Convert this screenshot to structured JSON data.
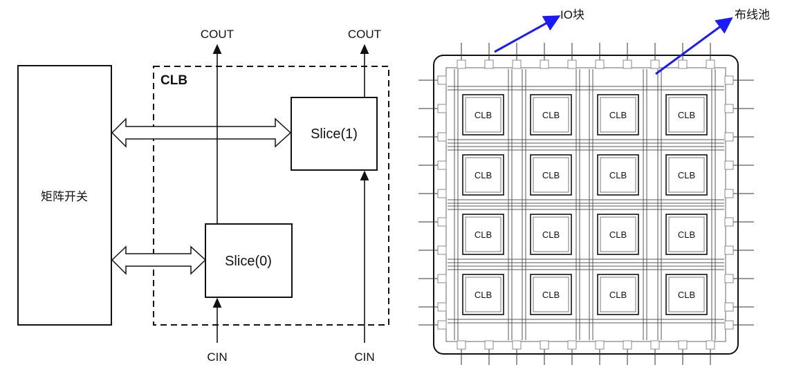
{
  "left_diagram": {
    "matrix_switch": "矩阵开关",
    "clb_label": "CLB",
    "slice0": "Slice(0)",
    "slice1": "Slice(1)",
    "cout_left": "COUT",
    "cout_right": "COUT",
    "cin_left": "CIN",
    "cin_right": "CIN"
  },
  "right_diagram": {
    "io_label": "IO块",
    "routing_label": "布线池",
    "clb_grid": [
      [
        "CLB",
        "CLB",
        "CLB",
        "CLB"
      ],
      [
        "CLB",
        "CLB",
        "CLB",
        "CLB"
      ],
      [
        "CLB",
        "CLB",
        "CLB",
        "CLB"
      ],
      [
        "CLB",
        "CLB",
        "CLB",
        "CLB"
      ]
    ]
  },
  "colors": {
    "stroke": "#111111",
    "annotation_arrow": "#1a1aff",
    "grid_line": "#555555",
    "io_pad": "#888888"
  }
}
